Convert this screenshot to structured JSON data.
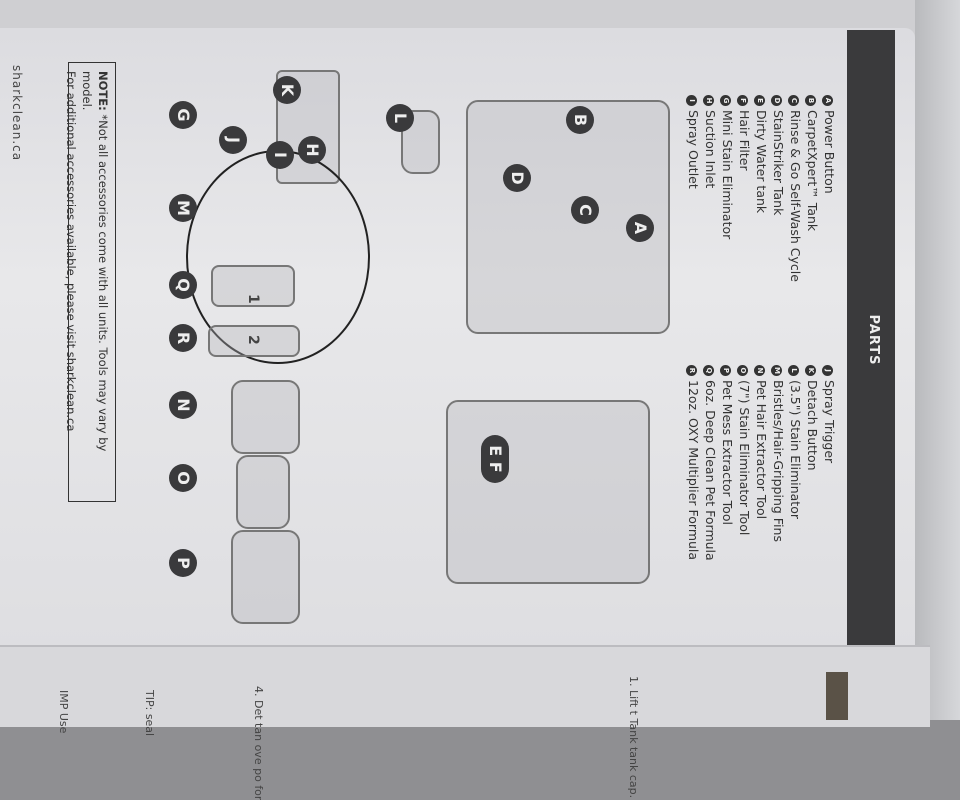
{
  "header": {
    "title": "PARTS"
  },
  "parts_left": [
    {
      "letter": "A",
      "label": "Power Button"
    },
    {
      "letter": "B",
      "label": "CarpetXpert™ Tank"
    },
    {
      "letter": "C",
      "label": "Rinse & Go Self-Wash Cycle"
    },
    {
      "letter": "D",
      "label": "StainStriker Tank"
    },
    {
      "letter": "E",
      "label": "Dirty Water tank"
    },
    {
      "letter": "F",
      "label": "Hair Filter"
    },
    {
      "letter": "G",
      "label": "Mini Stain Eliminator"
    },
    {
      "letter": "H",
      "label": "Suction Inlet"
    },
    {
      "letter": "I",
      "label": "Spray Outlet"
    }
  ],
  "parts_right": [
    {
      "letter": "J",
      "label": "Spray Trigger"
    },
    {
      "letter": "K",
      "label": "Detach Button"
    },
    {
      "letter": "L",
      "label": "(3.5\") Stain Eliminator"
    },
    {
      "letter": "M",
      "label": "Bristles/Hair-Gripping Fins"
    },
    {
      "letter": "N",
      "label": "Pet Hair Extractor Tool"
    },
    {
      "letter": "O",
      "label": "(7\") Stain Eliminator Tool"
    },
    {
      "letter": "P",
      "label": "Pet Mess Extractor Tool"
    },
    {
      "letter": "Q",
      "label": "6oz. Deep Clean Pet Formula"
    },
    {
      "letter": "R",
      "label": "12oz. OXY Multiplier Formula"
    }
  ],
  "diagram_labels": {
    "a": "A",
    "b": "B",
    "c": "C",
    "d": "D",
    "ef": "E F",
    "g": "G",
    "h": "H",
    "i": "I",
    "j": "J",
    "k": "K",
    "l": "L",
    "m": "M",
    "n": "N",
    "o": "O",
    "p": "P",
    "q": "Q",
    "r": "R",
    "bottle1": "1",
    "bottle2": "2"
  },
  "note": {
    "bold": "NOTE:",
    "line1": " *Not all accessories come with all units. Tools may vary by model.",
    "line2": "For additional accessories available, please visit sharkclean.ca"
  },
  "footer": {
    "site": "sharkclean.ca"
  },
  "next_page": {
    "step1": [
      "1. Lift t",
      "Tank",
      "tank",
      "cap."
    ],
    "step4": [
      "4. Det",
      "tan",
      "ove",
      "po",
      "for"
    ],
    "tip": [
      "TIP:",
      "seal"
    ],
    "imp": [
      "IMP",
      "Use"
    ]
  }
}
